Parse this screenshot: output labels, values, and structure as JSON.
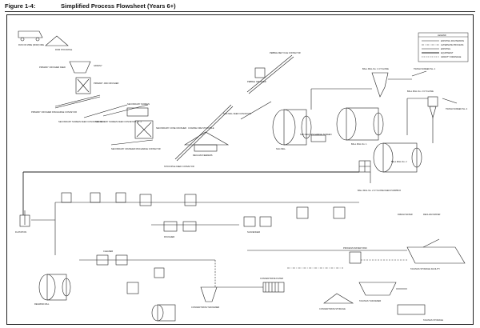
{
  "figure": {
    "number": "Figure 1-4:",
    "title": "Simplified Process Flowsheet (Years 6+)"
  },
  "legend": {
    "title": "LEGEND",
    "items": [
      {
        "label": "EXISTING ROUTE/PATH",
        "style": "solid"
      },
      {
        "label": "ALTERNATE PROCESS",
        "style": "dashdot"
      },
      {
        "label": "EXISTING",
        "style": "solid"
      },
      {
        "label": "EQUIPMENT",
        "style": "solid"
      },
      {
        "label": "GRAVITY DRAINAGE",
        "style": "dashed"
      }
    ]
  },
  "labels": {
    "run_of_mine": "RUN OF MINE (ROM) ORE",
    "rom_stockpile": "ROM STOCKPILE",
    "primary_crusher_feed": "PRIMARY CRUSHER FEED",
    "grizzly": "GRIZZLY",
    "primary_jaw": "PRIMARY JAW CRUSHER",
    "primary_discharge": "PRIMARY CRUSHER DISCHARGE CONVEYOR",
    "sec_screen_1": "SECONDARY SCREEN FEED CONVEYOR No. 1",
    "sec_screen_2": "SECONDARY SCREEN FEED CONVEYOR No. 2",
    "sec_screen": "SECONDARY SCREEN",
    "sec_cone": "SECONDARY CONE CRUSHER",
    "sec_discharge": "SECONDARY CRUSHER DISCHARGE CONVEYOR",
    "stockpile_feed": "STOCKPILE FEED CONVEYOR",
    "coarse_ore": "COARSE ORE STOCKPILE",
    "reclaim": "RECLAIM FEEDERS",
    "pebble_conv": "PEBBLE RECYCLE CONVEYOR",
    "pebble_crusher": "PEBBLE CRUSHER",
    "sag_feed": "SAG MILL FEED CONVEYOR",
    "sag_mill": "SAG MILL",
    "sag_screen": "SAG MILL DISCHARGE SCREEN",
    "ball_mill_1": "BALL MILL No. 1",
    "ball_mill_2": "BALL MILL No. 2",
    "cyclone_1": "BALL MILL No. 1 CYCLONE",
    "cyclone_2": "BALL MILL No. 2 CYCLONE",
    "cyclone_feed_2": "BALL MILL No. 2 CYCLONE FEED PUMPBOX",
    "trash_1": "TRASH SCREEN No. 1",
    "trash_2": "TRASH SCREEN No. 2",
    "flotation": "FLOTATION",
    "cleaner": "CLEANER",
    "regrind_mill": "REGRIND MILL",
    "rougher": "ROUGHER",
    "scavenger": "SCAVENGER",
    "conc_thickener": "CONCENTRATE THICKENER",
    "conc_filter": "CONCENTRATE FILTER",
    "conc_storage": "CONCENTRATE STORAGE",
    "tailings": "TAILINGS THICKENER",
    "tailings_pond": "TAILINGS STORAGE FACILITY",
    "process_water": "PROCESS WATER TANK",
    "fresh_water": "FRESH WATER",
    "reclaim_water": "RECLAIM WATER",
    "tsf": "TAILINGS STORAGE"
  }
}
